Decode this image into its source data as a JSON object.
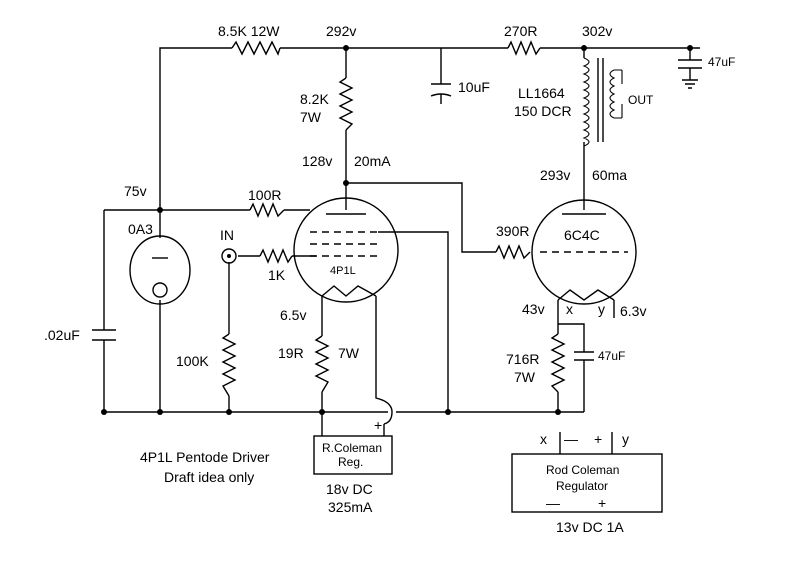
{
  "labels": {
    "r_8k5": "8.5K 12W",
    "v292": "292v",
    "r_270": "270R",
    "v302": "302v",
    "c_47_top": "47uF",
    "c_10": "10uF",
    "xfmr_name": "LL1664",
    "xfmr_dcr": "150 DCR",
    "out": "OUT",
    "r_8k2": "8.2K",
    "r_8k2_w": "7W",
    "v128": "128v",
    "i20": "20mA",
    "v293": "293v",
    "i60": "60ma",
    "v75": "75v",
    "r_100r": "100R",
    "tube_0a3": "0A3",
    "in": "IN",
    "r_1k": "1K",
    "tube_4p1l": "4P1L",
    "r_390": "390R",
    "tube_6c4c": "6C4C",
    "v43": "43v",
    "x": "x",
    "y": "y",
    "v63": "6.3v",
    "c_02": ".02uF",
    "v65": "6.5v",
    "r_19": "19R",
    "r_19_w": "7W",
    "r_100k": "100K",
    "r_716": "716R",
    "r_716_w": "7W",
    "c_47_bot": "47uF",
    "plus": "+",
    "reg1_line1": "R.Coleman",
    "reg1_line2": "Reg.",
    "reg1_v": "18v DC",
    "reg1_i": "325mA",
    "x2": "x",
    "minus2": "—",
    "plus2": "+",
    "y2": "y",
    "reg2_line1": "Rod Coleman",
    "reg2_line2": "Regulator",
    "reg2_minus": "—",
    "reg2_plus": "+",
    "reg2_v": "13v DC  1A",
    "note1": "4P1L Pentode Driver",
    "note2": "Draft idea only"
  }
}
